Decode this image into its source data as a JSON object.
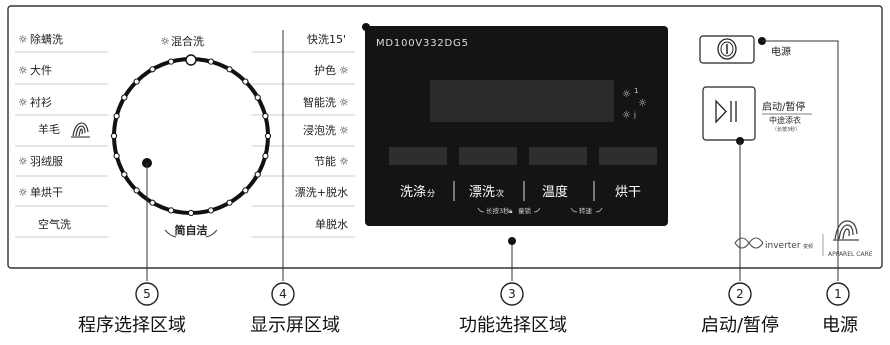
{
  "programs_left": [
    "除螨洗",
    "大件",
    "衬衫",
    "羊毛",
    "羽绒服",
    "单烘干",
    "空气洗"
  ],
  "programs_right": [
    "快洗15'",
    "护色",
    "智能洗",
    "浸泡洗",
    "节能",
    "漂洗+脱水",
    "单脱水"
  ],
  "program_top": "混合洗",
  "dial_brand": "简自洁",
  "model_number": "MD100V332DG5",
  "display_indicator_right": [
    "1",
    "j"
  ],
  "function_buttons": [
    {
      "label": "洗涤",
      "unit": "分"
    },
    {
      "label": "漂洗",
      "unit": "次"
    },
    {
      "label": "温度",
      "unit": ""
    },
    {
      "label": "烘干",
      "unit": ""
    }
  ],
  "function_subtext": {
    "left": "长按3秒",
    "lock": "童锁",
    "speed": "转速"
  },
  "power_label": "电源",
  "start_pause_label": "启动/暂停",
  "start_pause_sub": "中途添衣",
  "start_pause_sub2": "（长按3秒）",
  "logos": {
    "inverter": "inverter",
    "inverter_sub": "变频",
    "apparel": "APPAREL CARE"
  },
  "callouts": [
    {
      "num": "5",
      "label": "程序选择区域"
    },
    {
      "num": "4",
      "label": "显示屏区域"
    },
    {
      "num": "3",
      "label": "功能选择区域"
    },
    {
      "num": "2",
      "label": "启动/暂停"
    },
    {
      "num": "1",
      "label": "电源"
    }
  ],
  "colors": {
    "panel_border": "#333333",
    "display": "#141414",
    "display_key": "#2b2b2b",
    "text": "#222222",
    "white": "#ffffff"
  }
}
